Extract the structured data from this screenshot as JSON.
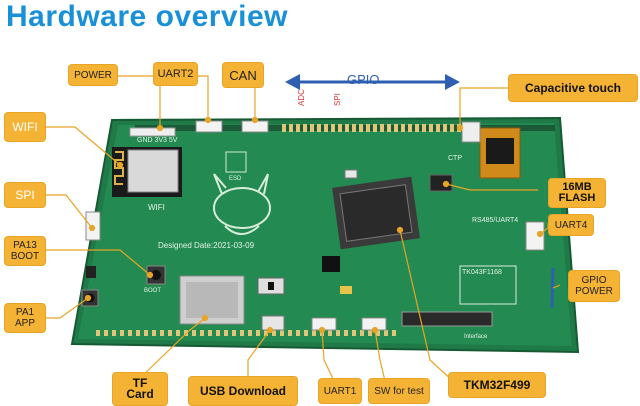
{
  "title": "Hardware overview",
  "gpio_arrow_label": "GPIO",
  "labels": {
    "power": "POWER",
    "uart2": "UART2",
    "can": "CAN",
    "wifi": "WIFI",
    "spi": "SPI",
    "pa13_boot": "PA13\nBOOT",
    "pa1_app": "PA1\nAPP",
    "capacitive_touch": "Capacitive touch",
    "flash": "16MB\nFLASH",
    "uart4": "UART4",
    "gpio_power": "GPIO\nPOWER",
    "tf_card": "TF\nCard",
    "usb_download": "USB Download",
    "uart1": "UART1",
    "sw_for_test": "SW for test",
    "mcu": "TKM32F499"
  },
  "silkscreen": {
    "adc": "ADC",
    "spi": "SPI",
    "gnd_3v3_5v": "GND 3V3 5V",
    "wifi": "WIFI",
    "designed_date": "Designed Date:2021-03-09",
    "rs485_uart4": "RS485/UART4",
    "part_no": "TK043F1168",
    "ctp": "CTP",
    "boot": "BOOT",
    "interface": "Interface",
    "esd": "ESD"
  },
  "colors": {
    "title": "#1a90d8",
    "label_fill": "#f5b335",
    "board": "#1f7a47",
    "arrow": "#2e5fb0",
    "leader": "#e8a425"
  }
}
